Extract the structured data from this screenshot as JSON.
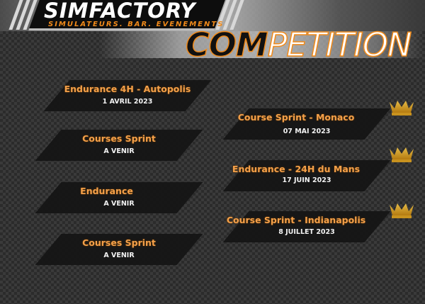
{
  "header": {
    "logo_title": "SIMFACTORY",
    "logo_subtitle": "SIMULATEURS. BAR. EVENEMENTS",
    "page_title_part1": "COM",
    "page_title_part2": "PETITION"
  },
  "colors": {
    "accent": "#f08a1a",
    "event_title": "#f4a04a",
    "crown": "#e0b030",
    "background": "#2b2b2b"
  },
  "left_column": [
    {
      "title": "Endurance 4H -  Autopolis",
      "date": "1 AVRIL 2023"
    },
    {
      "title": "Courses Sprint",
      "date": "A VENIR"
    },
    {
      "title": "Endurance",
      "date": "A VENIR"
    },
    {
      "title": "Courses Sprint",
      "date": "A VENIR"
    }
  ],
  "right_column": [
    {
      "title": "Course Sprint - Monaco",
      "date": "07 MAI 2023",
      "icon": "crown-icon"
    },
    {
      "title": "Endurance - 24H du Mans",
      "date": "17 JUIN 2023",
      "icon": "crown-icon"
    },
    {
      "title": "Course Sprint - Indianapolis",
      "date": "8 JUILLET 2023",
      "icon": "crown-icon"
    }
  ]
}
